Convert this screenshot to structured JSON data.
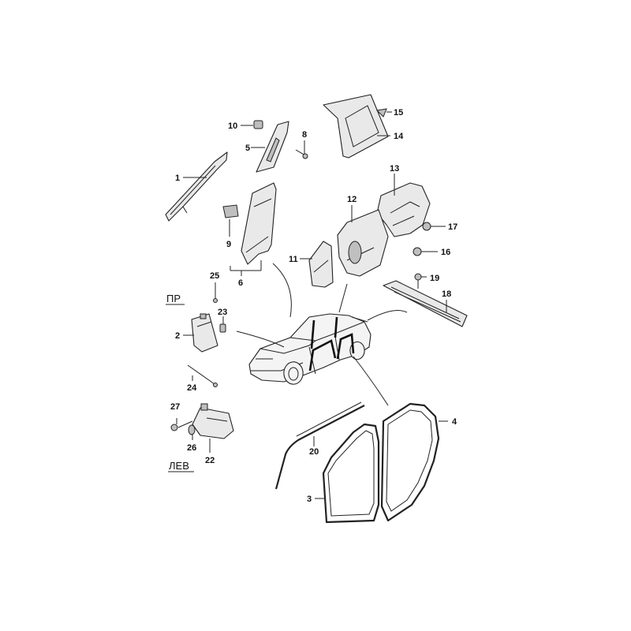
{
  "diagram": {
    "callouts": [
      {
        "id": "1",
        "label": "1"
      },
      {
        "id": "2",
        "label": "2"
      },
      {
        "id": "3",
        "label": "3"
      },
      {
        "id": "4",
        "label": "4"
      },
      {
        "id": "5",
        "label": "5"
      },
      {
        "id": "6",
        "label": "6"
      },
      {
        "id": "8",
        "label": "8"
      },
      {
        "id": "9",
        "label": "9"
      },
      {
        "id": "10",
        "label": "10"
      },
      {
        "id": "11",
        "label": "11"
      },
      {
        "id": "12",
        "label": "12"
      },
      {
        "id": "13",
        "label": "13"
      },
      {
        "id": "14",
        "label": "14"
      },
      {
        "id": "15",
        "label": "15"
      },
      {
        "id": "16",
        "label": "16"
      },
      {
        "id": "17",
        "label": "17"
      },
      {
        "id": "18",
        "label": "18"
      },
      {
        "id": "19",
        "label": "19"
      },
      {
        "id": "20",
        "label": "20"
      },
      {
        "id": "22",
        "label": "22"
      },
      {
        "id": "23",
        "label": "23"
      },
      {
        "id": "24",
        "label": "24"
      },
      {
        "id": "25",
        "label": "25"
      },
      {
        "id": "26",
        "label": "26"
      },
      {
        "id": "27",
        "label": "27"
      }
    ],
    "side_labels": {
      "right": "ПР",
      "left": "ЛЕВ"
    }
  }
}
